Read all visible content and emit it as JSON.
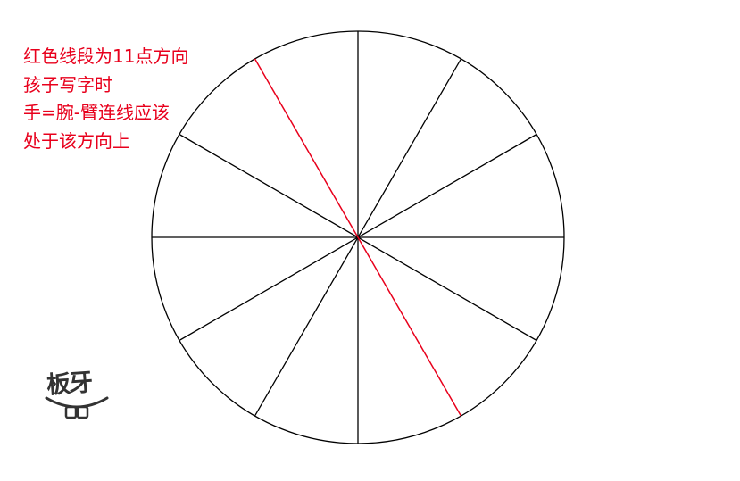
{
  "caption": {
    "line1": "红色线段为11点方向",
    "line2": "孩子写字时",
    "line3": "手=腕-臂连线应该",
    "line4": "处于该方向上"
  },
  "logo": {
    "text": "板牙"
  },
  "diagram": {
    "segments": 12,
    "highlight_direction": "11-5",
    "colors": {
      "lines": "#000000",
      "highlight": "#e8001c"
    }
  }
}
